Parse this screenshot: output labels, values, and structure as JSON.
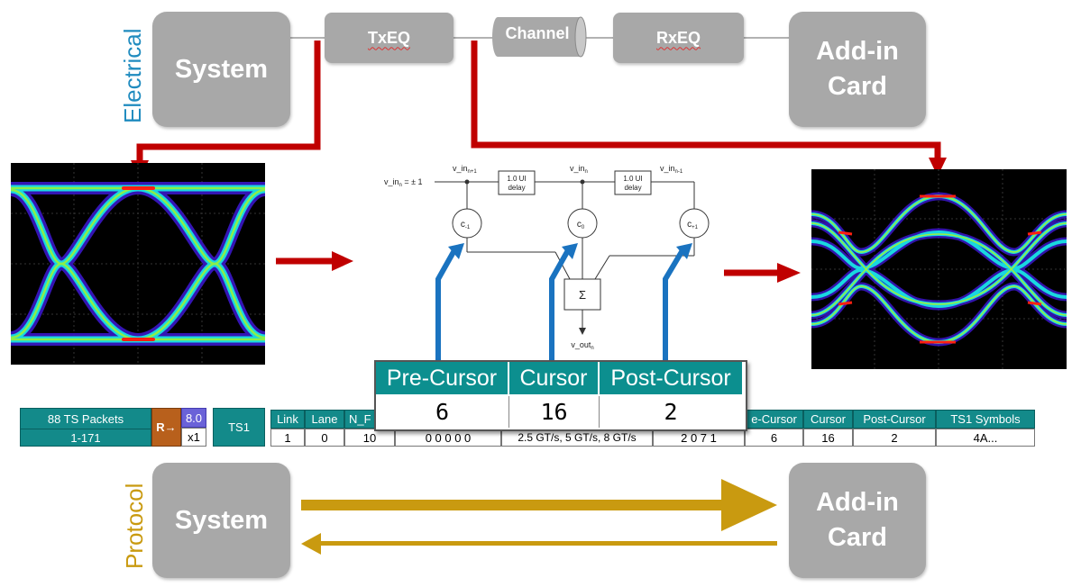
{
  "side_labels": {
    "top": "Electrical",
    "bottom": "Protocol"
  },
  "colors": {
    "electrical": "#1f8bbf",
    "protocol": "#c99a10",
    "arrow_red": "#c00000",
    "box_gray": "#a8a8a8",
    "teal": "#138a8a",
    "blue_arrow": "#1a73c0"
  },
  "electrical_chain": {
    "system": "System",
    "txeq": "TxEQ",
    "channel": "Channel",
    "rxeq": "RxEQ",
    "addin_line1": "Add-in",
    "addin_line2": "Card"
  },
  "protocol_chain": {
    "system": "System",
    "addin_line1": "Add-in",
    "addin_line2": "Card"
  },
  "ffe_diagram": {
    "input_label": "v_in",
    "input_sub": "n",
    "input_suffix": " = ± 1",
    "tap_plus_label": "v_in",
    "tap_plus_sub": "n+1",
    "tap_n_label": "v_in",
    "tap_n_sub": "n",
    "tap_minus_label": "v_in",
    "tap_minus_sub": "n-1",
    "delay_line1": "1.0 UI",
    "delay_line2": "delay",
    "coef_pre": "c",
    "coef_pre_sub": "-1",
    "coef_main": "c",
    "coef_main_sub": "0",
    "coef_post": "c",
    "coef_post_sub": "+1",
    "sum_symbol": "Σ",
    "output_label": "v_out",
    "output_sub": "n"
  },
  "cursor_table": {
    "headers": [
      "Pre-Cursor",
      "Cursor",
      "Post-Cursor"
    ],
    "values": [
      "6",
      "16",
      "2"
    ]
  },
  "trace": {
    "packets_label": "88 TS Packets",
    "range": "1-171",
    "direction_icon": "R→",
    "rate": "8.0",
    "width": "x1",
    "ts_type": "TS1",
    "headers": {
      "link": "Link",
      "lane": "Lane",
      "nfts": "N_F",
      "precursor": "e-Cursor",
      "cursor": "Cursor",
      "postcursor": "Post-Cursor",
      "symbols": "TS1 Symbols"
    },
    "values": {
      "link": "1",
      "lane": "0",
      "nfts": "10",
      "col4": "0 0 0 0 0",
      "rates": "2.5 GT/s, 5 GT/s, 8 GT/s",
      "col6": "2 0 7 1",
      "precursor": "6",
      "cursor": "16",
      "postcursor": "2",
      "symbols": "4A..."
    }
  }
}
